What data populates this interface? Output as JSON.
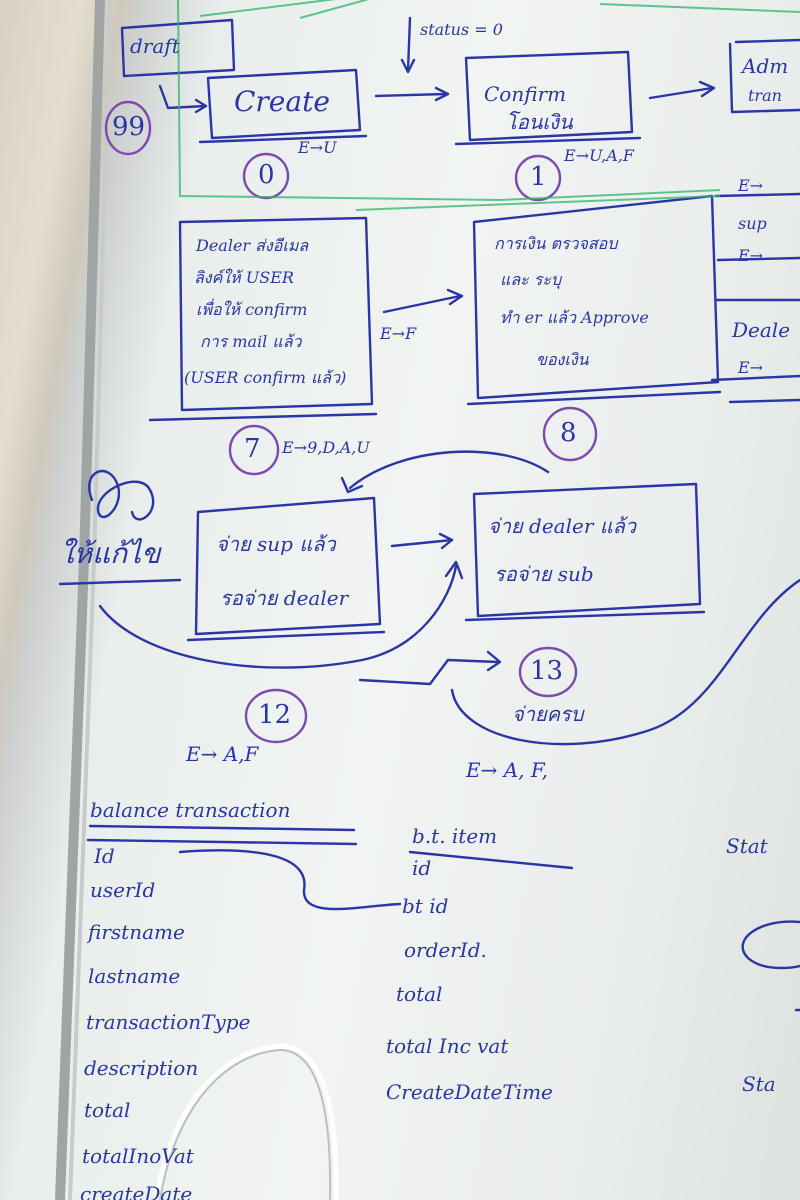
{
  "flow": {
    "draft": "draft",
    "n99": "99",
    "create": "Create",
    "s0": "0",
    "s0_roles": "E→U",
    "status_note": "status = 0",
    "confirm_l1": "Confirm",
    "confirm_l2": "โอนเงิน",
    "s1": "1",
    "s1_roles": "E→U,A,F",
    "admin_l1": "Adm",
    "admin_l2": "tran",
    "dealer_l1": "Dealer ส่งอีเมล",
    "dealer_l2": "ลิงค์ให้ USER",
    "dealer_l3": "เพื่อให้ confirm",
    "dealer_l4": "การ mail แล้ว",
    "dealer_l5": "(USER confirm แล้ว)",
    "s7": "7",
    "s7_roles": "E→9,D,A,U",
    "e_f": "E→F",
    "box8_l1": "การเงิน ตรวจสอบ",
    "box8_l2": "และ ระบุ",
    "box8_l3": "ทำ er แล้ว Approve",
    "box8_l4": "ของเงิน",
    "s8": "8",
    "right_l1": "E→",
    "right_l2": "sup",
    "right_l3": "E→",
    "right_l4": "Deale",
    "right_l5": "E→",
    "box12_l1": "จ่าย sup แล้ว",
    "box12_l2": "รอจ่าย dealer",
    "s12": "12",
    "s12_roles": "E→  A,F",
    "box13_l1": "จ่าย dealer แล้ว",
    "box13_l2": "รอจ่าย sub",
    "s13": "13",
    "s13_label": "จ่ายครบ",
    "s13_roles": "E→  A, F,",
    "left_note": "ให้แก้ไข"
  },
  "balance_transaction": {
    "title": "balance transaction",
    "fields": [
      "Id",
      "userId",
      "firstname",
      "lastname",
      "transactionType",
      "description",
      "total",
      "totalInoVat",
      "createDate"
    ]
  },
  "bt_item": {
    "title": "b.t. item",
    "fields": [
      "id",
      "bt id",
      "orderId.",
      "total",
      "total Inc vat",
      "CreateDateTime"
    ]
  },
  "edge": {
    "stat1": "Stat",
    "stat2": "Sta"
  }
}
